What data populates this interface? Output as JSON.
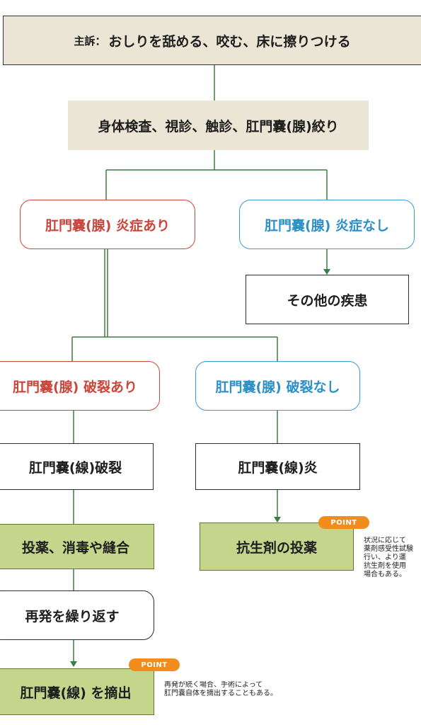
{
  "chief_complaint": {
    "label": "主訴：",
    "text": "おしりを舐める、咬む、床に擦りつける"
  },
  "examination": "身体検査、視診、触診、肛門嚢(腺)絞り",
  "inflammation_yes": "肛門嚢(腺) 炎症あり",
  "inflammation_no": "肛門嚢(腺) 炎症なし",
  "other_disease": "その他の疾患",
  "rupture_yes": "肛門嚢(腺) 破裂あり",
  "rupture_no": "肛門嚢(腺) 破裂なし",
  "ruptured": "肛門嚢(線)破裂",
  "sacculitis": "肛門嚢(線)炎",
  "treatment": "投薬、消毒や縫合",
  "antibiotics": "抗生剤の投薬",
  "antibiotics_point": {
    "badge": "POINT",
    "note": "状況に応じて\n薬剤感受性試験\n行い、より運\n抗生剤を使用\n場合もある。"
  },
  "recurrence": "再発を繰り返す",
  "excision": "肛門嚢(線) を摘出",
  "excision_point": {
    "badge": "POINT",
    "note": "再発が続く場合、手術によって\n肛門嚢自体を摘出することもある。"
  },
  "colors": {
    "line": "#3a7d44",
    "beige": "#ebe5d6",
    "red": "#c9463b",
    "blue": "#3a9bd0",
    "green_fill": "#c5d58c",
    "badge": "#f28c1d"
  }
}
